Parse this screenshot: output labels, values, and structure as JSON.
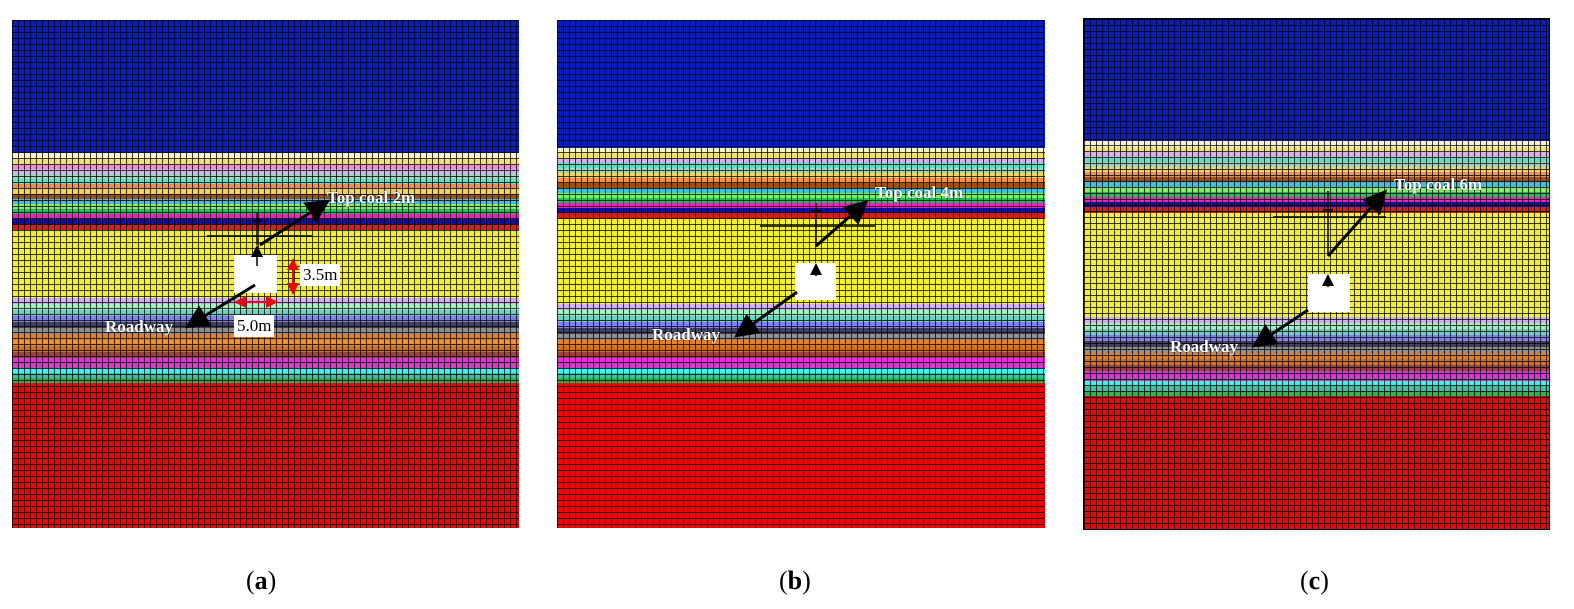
{
  "colors": {
    "upper_strata": "#0a1ebe",
    "lower_strata": "#e60a0a",
    "coal_seam": "#f0ee3a",
    "roadway": "#ffffff",
    "arrow": "#000000",
    "dimension_arrow": "#e60a0a"
  },
  "panels": [
    {
      "id": "a",
      "caption": "a",
      "top_coal_label": "Top coal 2m",
      "roadway_label": "Roadway",
      "height_label": "3.5m",
      "width_label": "5.0m"
    },
    {
      "id": "b",
      "caption": "b",
      "top_coal_label": "Top coal 4m",
      "roadway_label": "Roadway"
    },
    {
      "id": "c",
      "caption": "c",
      "top_coal_label": "Top coal 6m",
      "roadway_label": "Roadway"
    }
  ]
}
